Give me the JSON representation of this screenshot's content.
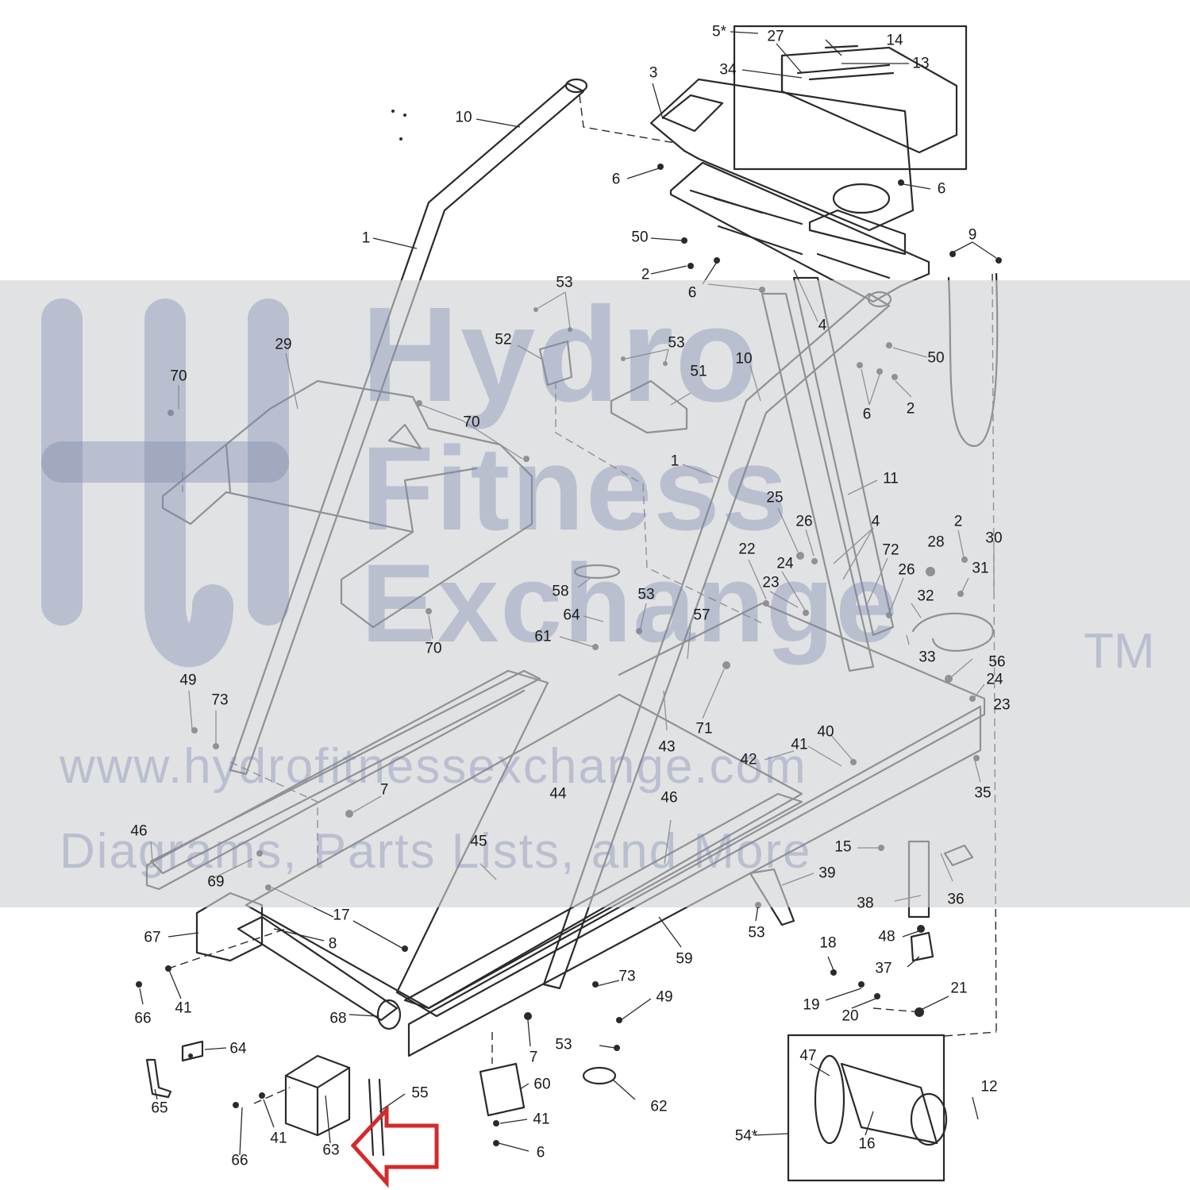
{
  "watermark": {
    "brand_line1": "Hydro",
    "brand_line2": "Fitness",
    "brand_line3": "Exchange",
    "trademark": "TM",
    "url": "www.hydrofitnessexchange.com",
    "tagline": "Diagrams, Parts Lists, and More"
  },
  "callouts": [
    "5*",
    "27",
    "14",
    "13",
    "34",
    "3",
    "10",
    "6",
    "6",
    "1",
    "50",
    "2",
    "6",
    "4",
    "9",
    "53",
    "52",
    "53",
    "51",
    "29",
    "70",
    "70",
    "70",
    "10",
    "50",
    "6",
    "2",
    "1",
    "11",
    "25",
    "26",
    "4",
    "2",
    "28",
    "30",
    "22",
    "24",
    "23",
    "72",
    "26",
    "31",
    "32",
    "58",
    "53",
    "64",
    "57",
    "61",
    "33",
    "56",
    "24",
    "23",
    "49",
    "73",
    "71",
    "43",
    "41",
    "40",
    "42",
    "44",
    "46",
    "35",
    "7",
    "46",
    "15",
    "45",
    "69",
    "39",
    "36",
    "38",
    "17",
    "67",
    "8",
    "53",
    "48",
    "18",
    "59",
    "37",
    "73",
    "66",
    "41",
    "49",
    "19",
    "20",
    "21",
    "68",
    "7",
    "64",
    "53",
    "12",
    "47",
    "60",
    "62",
    "65",
    "55",
    "41",
    "54*",
    "66",
    "41",
    "63",
    "16",
    "6"
  ],
  "colors": {
    "line": "#2a2a2a",
    "highlight_arrow": "#d42a2a"
  },
  "icons": {
    "highlight": "arrow-icon"
  }
}
